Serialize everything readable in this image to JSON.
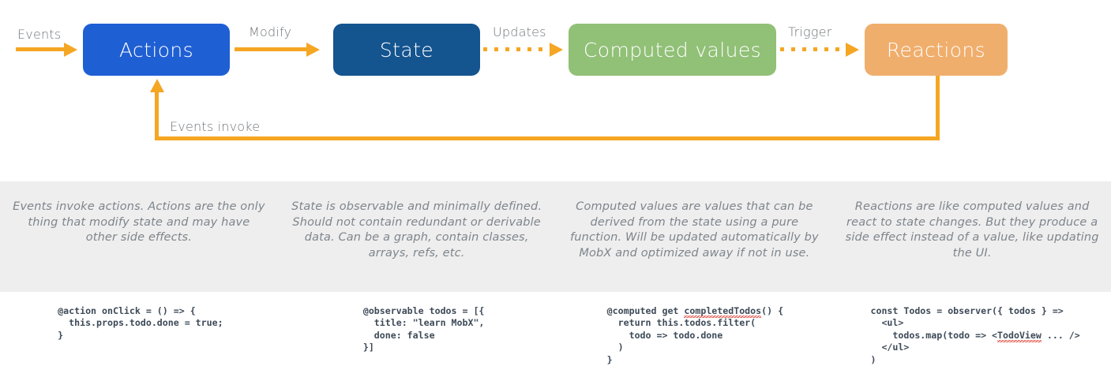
{
  "colors": {
    "actions": "#1f5fd4",
    "state": "#14548f",
    "computed": "#91c077",
    "reactions": "#f0ae6c",
    "arrow": "#f5a623",
    "band_background": "#eeeeee",
    "label_text": "#6f7479",
    "description_text": "#7e858c",
    "code_text": "#3d4a58",
    "spellcheck_underline": "#e03b2f"
  },
  "flow": {
    "boxes": [
      {
        "id": "actions",
        "label": "Actions"
      },
      {
        "id": "state",
        "label": "State"
      },
      {
        "id": "computed",
        "label": "Computed values"
      },
      {
        "id": "reactions",
        "label": "Reactions"
      }
    ],
    "arrow_labels": {
      "events": "Events",
      "modify": "Modify",
      "updates": "Updates",
      "trigger": "Trigger",
      "events_invoke": "Events invoke"
    }
  },
  "descriptions": [
    "Events invoke actions. Actions are the only thing that modify state and may have other side effects.",
    "State is observable and minimally defined. Should not contain redundant or derivable data. Can be a graph, contain classes, arrays, refs, etc.",
    "Computed values are values that can be derived from the state using a pure function. Will be updated automatically by MobX and optimized away if not in use.",
    "Reactions are like computed values and react to state changes. But they produce a side effect instead of a value, like updating the UI."
  ],
  "code": {
    "actions": "@action onClick = () => {\n  this.props.todo.done = true;\n}",
    "state": "@observable todos = [{\n  title: \"learn MobX\",\n  done: false\n}]",
    "computed_pre": "@computed get ",
    "computed_misspelled": "completedTodos",
    "computed_post": "() {\n  return this.todos.filter(\n    todo => todo.done\n  )\n}",
    "reactions_pre": "const Todos = observer({ todos } =>\n  <ul>\n    todos.map(todo => <",
    "reactions_misspelled": "TodoView",
    "reactions_post": " ... />\n  </ul>\n)"
  }
}
